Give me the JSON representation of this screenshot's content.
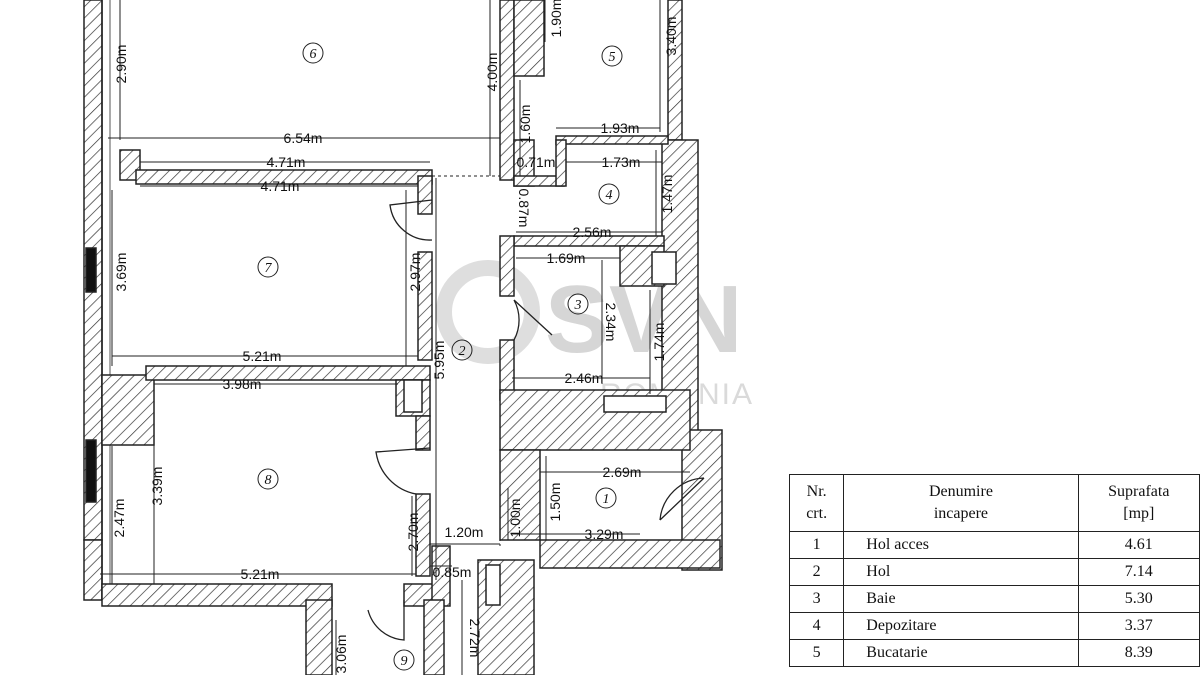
{
  "watermark": {
    "brand": "SVN",
    "sub": "ROMANIA"
  },
  "rooms": [
    {
      "num": "1"
    },
    {
      "num": "2"
    },
    {
      "num": "3"
    },
    {
      "num": "4"
    },
    {
      "num": "5"
    },
    {
      "num": "6"
    },
    {
      "num": "7"
    },
    {
      "num": "8"
    },
    {
      "num": "9"
    }
  ],
  "dimensions": {
    "d_2_90": "2.90m",
    "d_4_00": "4.00m",
    "d_1_90": "1.90m",
    "d_3_40": "3.40m",
    "d_6_54": "6.54m",
    "d_1_60": "1.60m",
    "d_1_93": "1.93m",
    "d_4_71a": "4.71m",
    "d_0_71": "0.71m",
    "d_1_73": "1.73m",
    "d_4_71b": "4.71m",
    "d_1_47": "1.47m",
    "d_0_87": "0.87m",
    "d_2_56": "2.56m",
    "d_1_69": "1.69m",
    "d_3_69": "3.69m",
    "d_2_97": "2.97m",
    "d_2_34": "2.34m",
    "d_1_74": "1.74m",
    "d_5_21a": "5.21m",
    "d_5_95": "5.95m",
    "d_3_98": "3.98m",
    "d_2_46": "2.46m",
    "d_2_69": "2.69m",
    "d_3_39": "3.39m",
    "d_1_50": "1.50m",
    "d_1_00": "1.00m",
    "d_2_47": "2.47m",
    "d_2_70": "2.70m",
    "d_1_20": "1.20m",
    "d_3_29": "3.29m",
    "d_5_21b": "5.21m",
    "d_0_85": "0.85m",
    "d_2_72": "2.72m",
    "d_3_06": "3.06m"
  },
  "legend": {
    "headers": {
      "nr": "Nr.",
      "nr2": "crt.",
      "name": "Denumire",
      "name2": "incapere",
      "area": "Suprafata",
      "area2": "[mp]"
    },
    "rows": [
      {
        "nr": "1",
        "name": "Hol acces",
        "area": "4.61"
      },
      {
        "nr": "2",
        "name": "Hol",
        "area": "7.14"
      },
      {
        "nr": "3",
        "name": "Baie",
        "area": "5.30"
      },
      {
        "nr": "4",
        "name": "Depozitare",
        "area": "3.37"
      },
      {
        "nr": "5",
        "name": "Bucatarie",
        "area": "8.39"
      }
    ]
  }
}
